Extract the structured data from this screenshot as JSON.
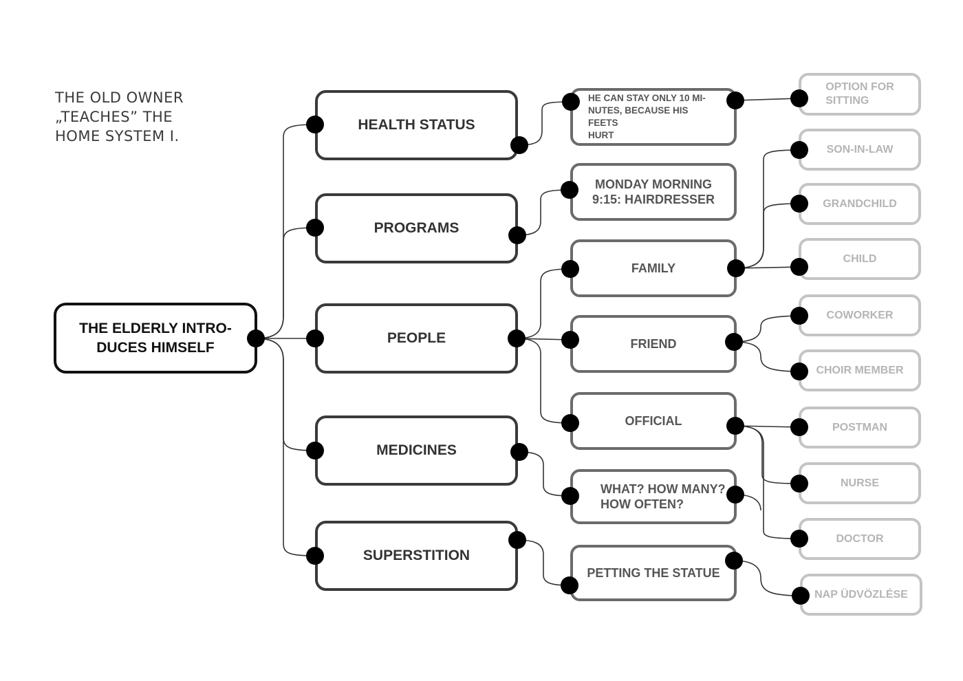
{
  "title": {
    "line1": "THE OLD OWNER",
    "line2": "„TEACHES” THE",
    "line3": "HOME SYSTEM I."
  },
  "root": {
    "line1": "THE  ELDERLY  INTRO-",
    "line2": "DUCES HIMSELF"
  },
  "categories": {
    "health_status": "HEALTH STATUS",
    "programs": "PROGRAMS",
    "people": "PEOPLE",
    "medicines": "MEDICINES",
    "superstition": "SUPERSTITION"
  },
  "details": {
    "health": {
      "line1": "HE  CAN  STAY  ONLY  10  MI-",
      "line2": "NUTES, BECAUSE HIS FEETS",
      "line3": "HURT"
    },
    "programs": {
      "line1": "MONDAY MORNING",
      "line2": "9:15: HAIRDRESSER"
    },
    "family": "FAMILY",
    "friend": "FRIEND",
    "official": "OFFICIAL",
    "medicines": {
      "line1": "WHAT? HOW MANY?",
      "line2": "HOW OFTEN?"
    },
    "superstition": "PETTING THE STATUE"
  },
  "leaves": {
    "option_for_sitting": {
      "line1": "OPTION    FOR",
      "line2": "SITTING"
    },
    "son_in_law": "SON-IN-LAW",
    "grandchild": "GRANDCHILD",
    "child": "CHILD",
    "coworker": "COWORKER",
    "choir_member": "CHOIR MEMBER",
    "postman": "POSTMAN",
    "nurse": "NURSE",
    "doctor": "DOCTOR",
    "nap_udvozlese": "NAP ÜDVÖZLÉSE"
  },
  "colors": {
    "root_border": "#111111",
    "level1_border": "#3a3a3a",
    "level2_border": "#6b6b6b",
    "level3_border": "#c4c4c4",
    "connector": "#333333",
    "dot": "#000000"
  }
}
